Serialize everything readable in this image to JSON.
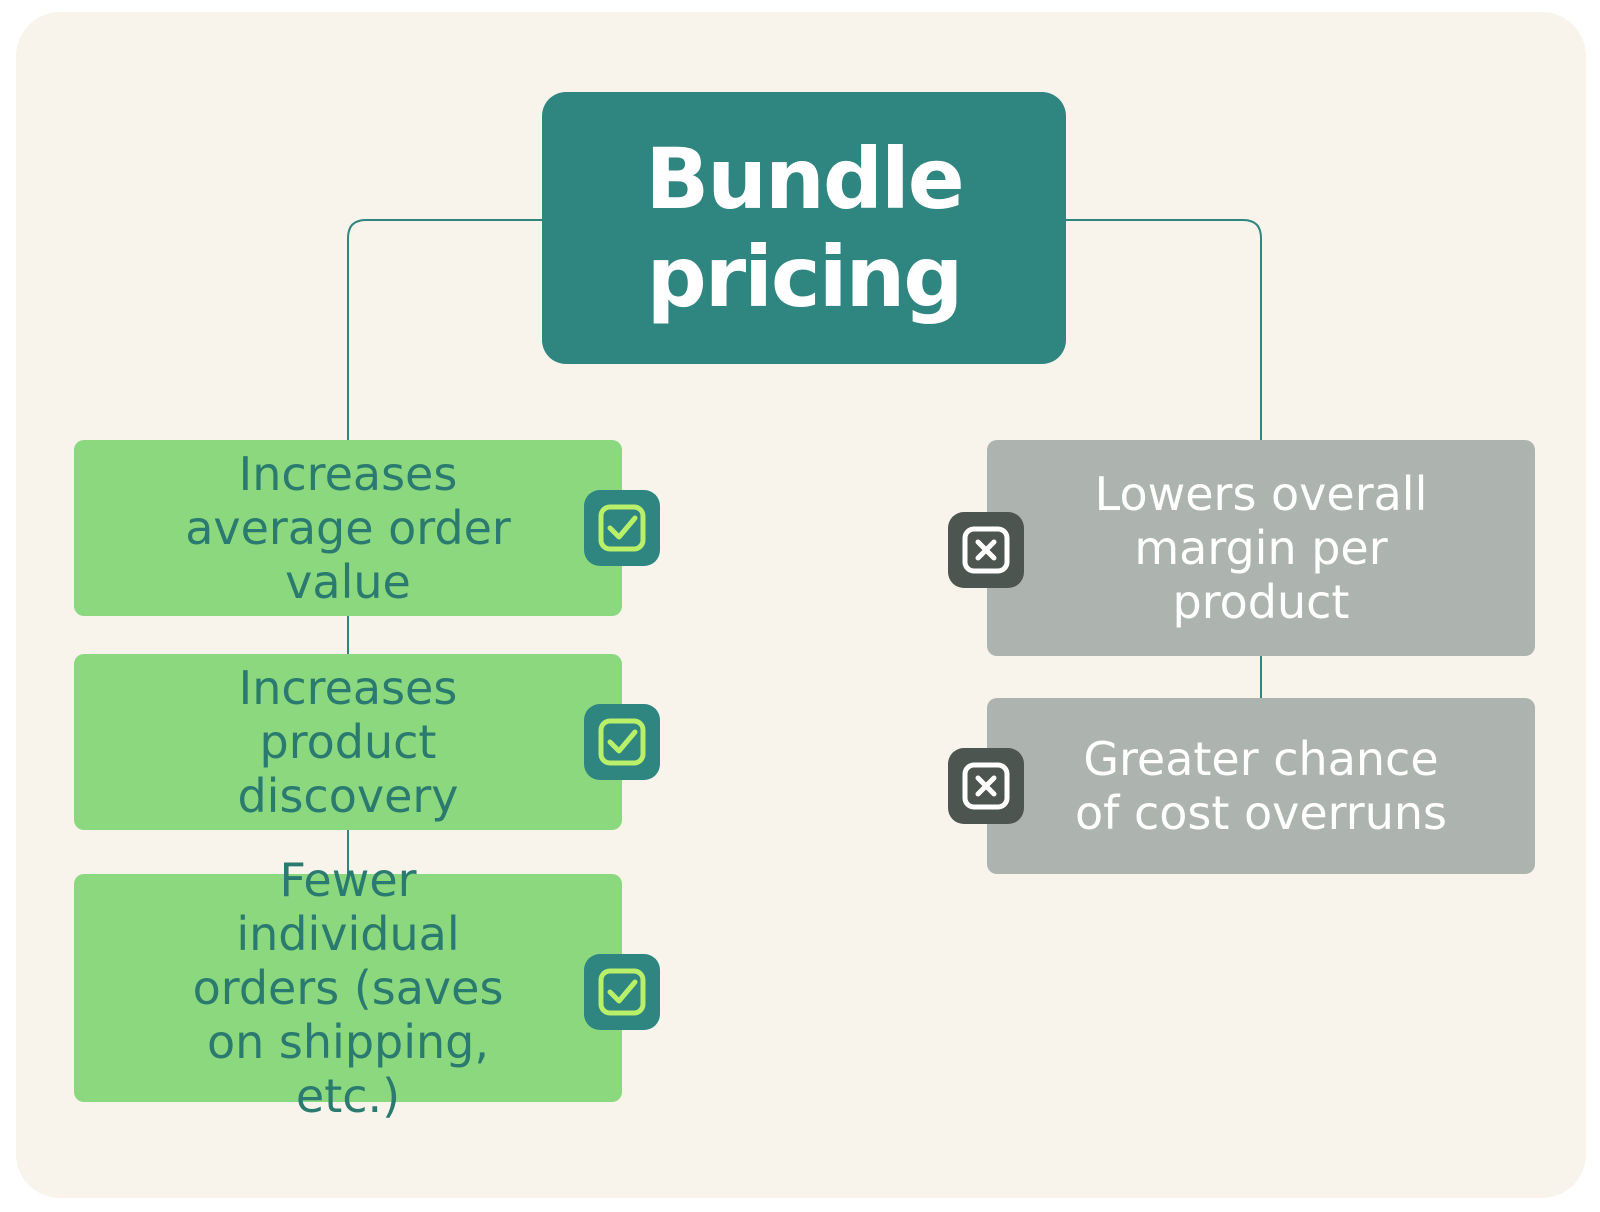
{
  "diagram": {
    "title": "Bundle pricing",
    "pros": [
      {
        "text": "Increases average order value",
        "icon": "check-icon"
      },
      {
        "text": "Increases product discovery",
        "icon": "check-icon"
      },
      {
        "text": "Fewer individual orders (saves on shipping, etc.)",
        "icon": "check-icon"
      }
    ],
    "cons": [
      {
        "text": "Lowers overall margin per product",
        "icon": "x-icon"
      },
      {
        "text": "Greater chance of cost overruns",
        "icon": "x-icon"
      }
    ]
  },
  "colors": {
    "background": "#f8f4ec",
    "root": "#2f8580",
    "pro_box": "#8bd87f",
    "pro_text": "#2a7a70",
    "con_box": "#adb4b0",
    "con_text": "#ffffff",
    "check_badge": "#2f8580",
    "check_mark": "#b9f06a",
    "cross_badge": "#4d5550",
    "connector": "#2f8580"
  }
}
